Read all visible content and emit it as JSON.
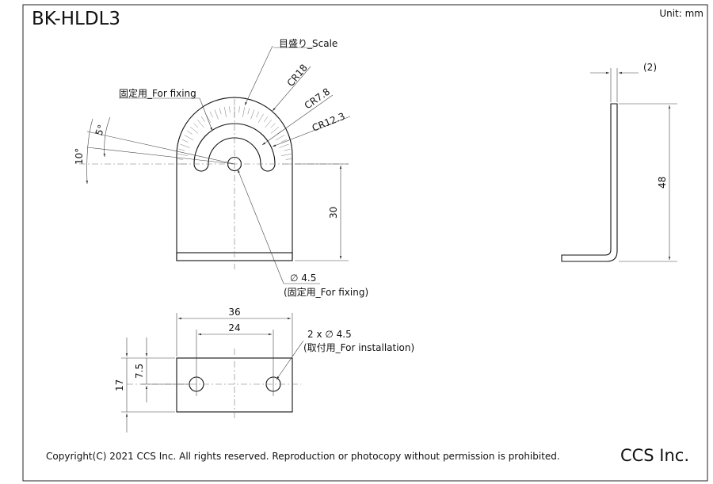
{
  "title": "BK-HLDL3",
  "unit": "Unit: mm",
  "company": "CCS Inc.",
  "copyright": "Copyright(C) 2021 CCS Inc. All rights reserved. Reproduction or photocopy without permission is prohibited.",
  "front_view": {
    "scale_label": "目盛り_Scale",
    "fixing_label": "固定用_For fixing",
    "radius_outer": "CR18",
    "radius_slot": "CR7.8",
    "radius_mid": "CR12.3",
    "angle_5": "5°",
    "angle_10": "10°",
    "height_30": "30",
    "hole_diameter": "∅ 4.5",
    "hole_note": "(固定用_For fixing)"
  },
  "side_view": {
    "thickness": "2",
    "height_48": "48"
  },
  "bottom_view": {
    "width_36": "36",
    "width_24": "24",
    "height_17": "17",
    "height_7_5": "7.5",
    "hole_count": "2 x ∅ 4.5",
    "hole_note": "(取付用_For installation)"
  }
}
